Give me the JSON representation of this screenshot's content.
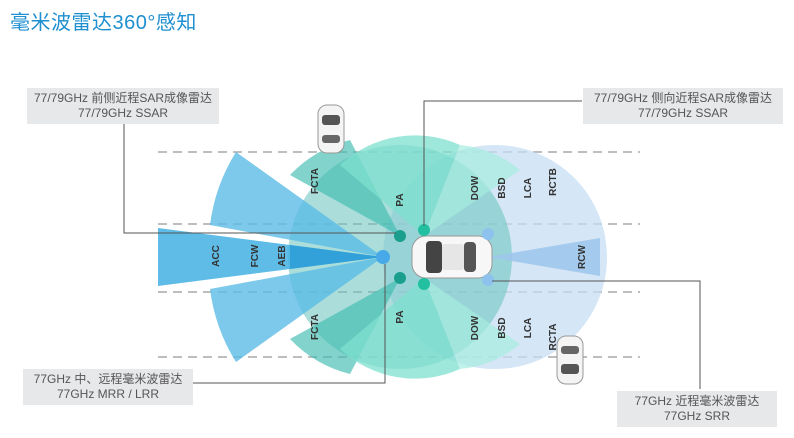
{
  "title": "毫米波雷达360°感知",
  "callouts": {
    "front_side": {
      "line1": "77/79GHz 前侧近程SAR成像雷达",
      "line2": "77/79GHz SSAR"
    },
    "side": {
      "line1": "77/79GHz 侧向近程SAR成像雷达",
      "line2": "77/79GHz SSAR"
    },
    "front_long": {
      "line1": "77GHz 中、远程毫米波雷达",
      "line2": "77GHz MRR / LRR"
    },
    "rear_short": {
      "line1": "77GHz 近程毫米波雷达",
      "line2": "77GHz SRR"
    }
  },
  "zones": {
    "acc": "ACC",
    "fcw": "FCW",
    "aeb": "AEB",
    "fcta_top": "FCTA",
    "fcta_bottom": "FCTA",
    "pa_top": "PA",
    "pa_bottom": "PA",
    "dow_top": "DOW",
    "dow_bottom": "DOW",
    "bsd_top": "BSD",
    "bsd_bottom": "BSD",
    "lca_top": "LCA",
    "lca_bottom": "LCA",
    "rctb": "RCTB",
    "rcta": "RCTA",
    "rcw": "RCW"
  },
  "colors": {
    "title": "#1f8fd0",
    "long_range": "#5bbbe6",
    "short_teal": "#4fc9b5",
    "rear_blue": "#c7ddf3",
    "radar_blue": "#47a9e8",
    "radar_teal": "#22c0a0"
  }
}
